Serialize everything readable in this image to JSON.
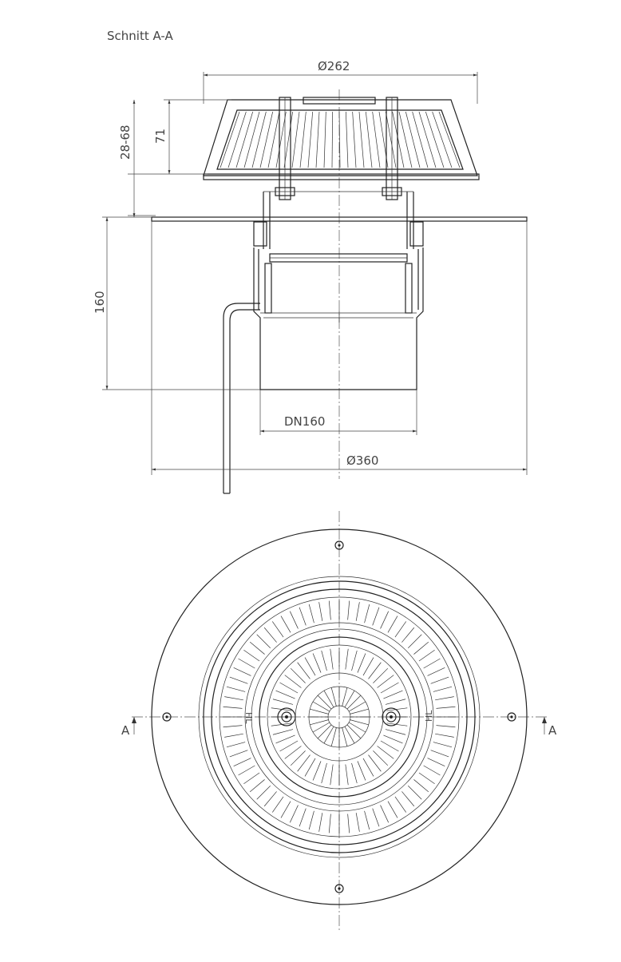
{
  "section_title": "Schnitt A-A",
  "dimensions": {
    "top_diameter": "Ø262",
    "height_71": "71",
    "height_range": "28-68",
    "height_160": "160",
    "pipe": "DN160",
    "flange_diameter": "Ø360"
  },
  "section_markers": {
    "left": "A",
    "right": "A"
  },
  "plan_labels": {
    "left": "HL",
    "right": "HL"
  },
  "colors": {
    "line": "#222222",
    "text": "#444444",
    "background": "#ffffff"
  }
}
